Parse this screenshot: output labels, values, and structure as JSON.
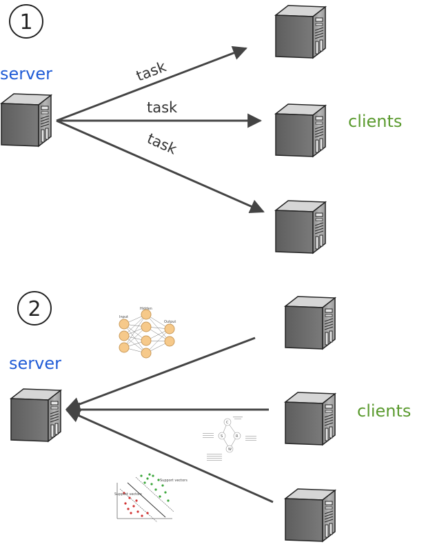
{
  "step1": {
    "number": "1",
    "server_label": "server",
    "clients_label": "clients",
    "task_labels": [
      "task",
      "task",
      "task"
    ]
  },
  "step2": {
    "number": "2",
    "server_label": "server",
    "clients_label": "clients"
  },
  "neural_net": {
    "input_label": "Input",
    "hidden_label": "Hidden",
    "output_label": "Output"
  },
  "bayes_net": {
    "nodes": [
      "C",
      "S",
      "R",
      "W"
    ]
  },
  "svm": {
    "support_vectors_label_top": "Support vectors",
    "support_vectors_label_left": "Support vectors"
  },
  "colors": {
    "server": "#1f5bd6",
    "clients": "#5a9a2e",
    "arrow": "#444444",
    "neuron": "#f6c98a"
  }
}
